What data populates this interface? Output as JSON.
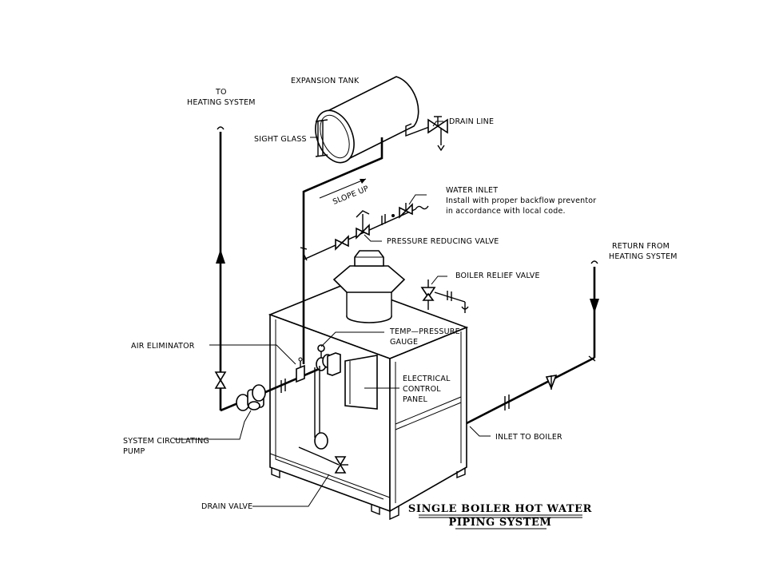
{
  "labels": {
    "to_heating_l1": "TO",
    "to_heating_l2": "HEATING SYSTEM",
    "expansion_tank": "EXPANSION TANK",
    "drain_line": "DRAIN LINE",
    "sight_glass": "SIGHT GLASS",
    "slope_up": "SLOPE UP",
    "water_inlet": "WATER INLET",
    "water_inlet_note_l1": "Install with proper backflow preventor",
    "water_inlet_note_l2": "in accordance with local code.",
    "pressure_reducing_valve": "PRESSURE REDUCING VALVE",
    "return_l1": "RETURN FROM",
    "return_l2": "HEATING SYSTEM",
    "boiler_relief_valve": "BOILER RELIEF VALVE",
    "temp_pressure_l1": "TEMP—PRESSURE",
    "temp_pressure_l2": "GAUGE",
    "air_eliminator": "AIR ELIMINATOR",
    "electrical_l1": "ELECTRICAL",
    "electrical_l2": "CONTROL",
    "electrical_l3": "PANEL",
    "inlet_to_boiler": "INLET TO BOILER",
    "circ_pump_l1": "SYSTEM CIRCULATING",
    "circ_pump_l2": "PUMP",
    "drain_valve": "DRAIN VALVE"
  },
  "title": {
    "line1": "SINGLE BOILER HOT WATER",
    "line2": "PIPING SYSTEM"
  }
}
